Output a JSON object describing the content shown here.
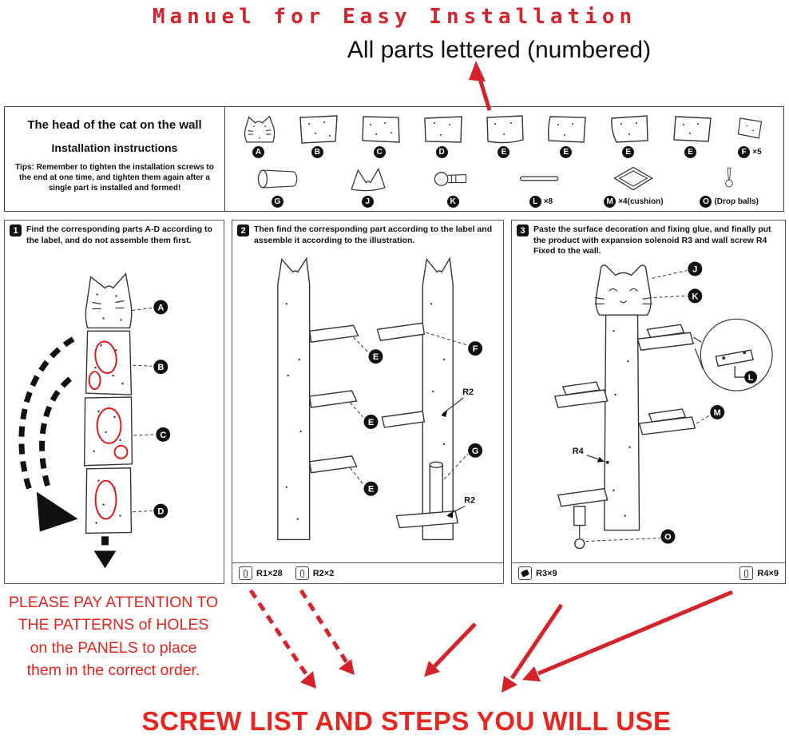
{
  "colors": {
    "accent_red": "#d6232b",
    "highlight_red": "#e01b1b",
    "ink": "#111111"
  },
  "title": "Manuel for Easy Installation",
  "subtitle": "All parts lettered (numbered)",
  "parts_panel": {
    "heading": "The head of the cat on the wall",
    "subheading": "Installation instructions",
    "tips": "Tips: Remember to tighten the installation screws to the end at one time, and tighten them again after a single part is installed and formed!",
    "row1": [
      {
        "label": "A",
        "suffix": ""
      },
      {
        "label": "B",
        "suffix": ""
      },
      {
        "label": "C",
        "suffix": ""
      },
      {
        "label": "D",
        "suffix": ""
      },
      {
        "label": "E",
        "suffix": ""
      },
      {
        "label": "E",
        "suffix": ""
      },
      {
        "label": "E",
        "suffix": ""
      },
      {
        "label": "E",
        "suffix": ""
      },
      {
        "label": "F",
        "suffix": "×5"
      }
    ],
    "row2": [
      {
        "label": "G",
        "suffix": ""
      },
      {
        "label": "J",
        "suffix": ""
      },
      {
        "label": "K",
        "suffix": ""
      },
      {
        "label": "L",
        "suffix": "×8"
      },
      {
        "label": "M",
        "suffix": "×4(cushion)"
      },
      {
        "label": "O",
        "suffix": "(Drop balls)"
      }
    ]
  },
  "step1": {
    "number": "1",
    "text": "Find the corresponding parts A-D according to the label, and do not assemble them first.",
    "labels": {
      "a": "A",
      "b": "B",
      "c": "C",
      "d": "D"
    }
  },
  "step2": {
    "number": "2",
    "text": "Then find the corresponding part according to the label and assemble it according to the illustration.",
    "labels": {
      "e1": "E",
      "e2": "E",
      "e3": "E",
      "f": "F",
      "g": "G",
      "r2a": "R2",
      "r2b": "R2"
    },
    "screws": [
      {
        "label": "R1×28"
      },
      {
        "label": "R2×2"
      }
    ]
  },
  "step3": {
    "number": "3",
    "text": "Paste the surface decoration and fixing glue, and finally put the product with expansion solenoid R3 and wall screw R4 Fixed to the wall.",
    "labels": {
      "j": "J",
      "k": "K",
      "m": "M",
      "l": "L",
      "r4": "R4",
      "o": "O"
    },
    "screws": [
      {
        "label": "R3×9"
      },
      {
        "label": "R4×9"
      }
    ]
  },
  "attention": {
    "lines": [
      "PLEASE PAY ATTENTION TO",
      "THE PATTERNS of HOLES",
      "on the PANELS to place",
      "them in the correct order."
    ]
  },
  "footer": "SCREW  LIST AND STEPS YOU WILL USE"
}
